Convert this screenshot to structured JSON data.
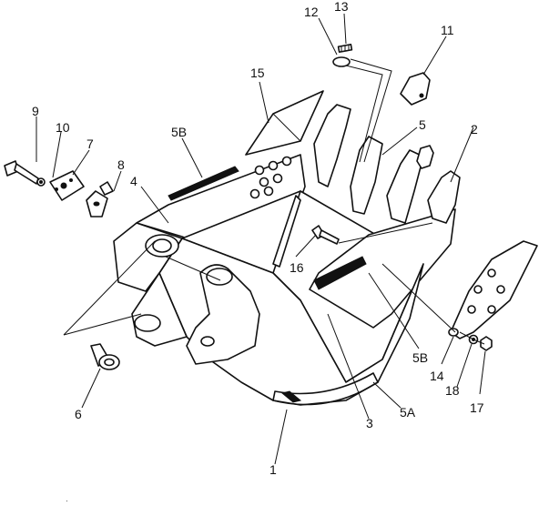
{
  "callouts": [
    {
      "id": "c1",
      "text": "1"
    },
    {
      "id": "c2",
      "text": "2"
    },
    {
      "id": "c3",
      "text": "3"
    },
    {
      "id": "c4",
      "text": "4"
    },
    {
      "id": "c5",
      "text": "5"
    },
    {
      "id": "c5A",
      "text": "5A"
    },
    {
      "id": "c5B1",
      "text": "5B"
    },
    {
      "id": "c5B2",
      "text": "5B"
    },
    {
      "id": "c6",
      "text": "6"
    },
    {
      "id": "c7",
      "text": "7"
    },
    {
      "id": "c8",
      "text": "8"
    },
    {
      "id": "c9",
      "text": "9"
    },
    {
      "id": "c10",
      "text": "10"
    },
    {
      "id": "c11",
      "text": "11"
    },
    {
      "id": "c12",
      "text": "12"
    },
    {
      "id": "c13",
      "text": "13"
    },
    {
      "id": "c14",
      "text": "14"
    },
    {
      "id": "c15",
      "text": "15"
    },
    {
      "id": "c16",
      "text": "16"
    },
    {
      "id": "c17",
      "text": "17"
    },
    {
      "id": "c18",
      "text": "18"
    }
  ]
}
